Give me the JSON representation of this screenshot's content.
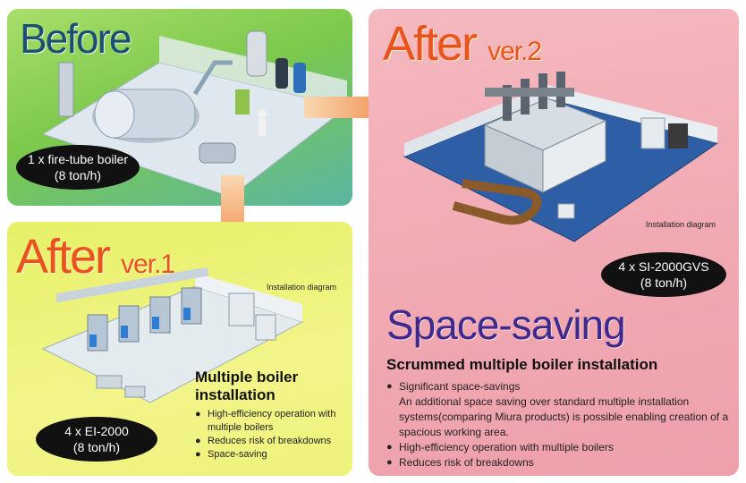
{
  "before": {
    "title": "Before",
    "label_line1": "1 x fire-tube boiler",
    "label_line2": "(8 ton/h)"
  },
  "after1": {
    "title": "After",
    "ver": "ver.1",
    "installation_label": "Installation diagram",
    "heading_line1": "Multiple boiler",
    "heading_line2": "installation",
    "bullets": [
      "High-efficiency operation with multiple boilers",
      "Reduces risk of breakdowns",
      "Space-saving"
    ],
    "label_line1": "4 x EI-2000",
    "label_line2": "(8 ton/h)"
  },
  "after2": {
    "title": "After",
    "ver": "ver.2",
    "installation_label": "Installation diagram",
    "label_line1": "4 x SI-2000GVS",
    "label_line2": "(8 ton/h)",
    "space_saving": "Space-saving",
    "heading": "Scrummed multiple boiler installation",
    "bullet1": "Significant space-savings",
    "bullet1_detail": "An additional space saving over standard multiple installation systems(comparing Miura products) is possible enabling creation of a spacious working area.",
    "bullet2": "High-efficiency operation with multiple boilers",
    "bullet3": "Reduces risk of breakdowns"
  },
  "colors": {
    "arrow": "#f08a4b",
    "title_orange": "#e8531e",
    "title_blue": "#1b4f72",
    "title_purple": "#3d2a8c"
  }
}
